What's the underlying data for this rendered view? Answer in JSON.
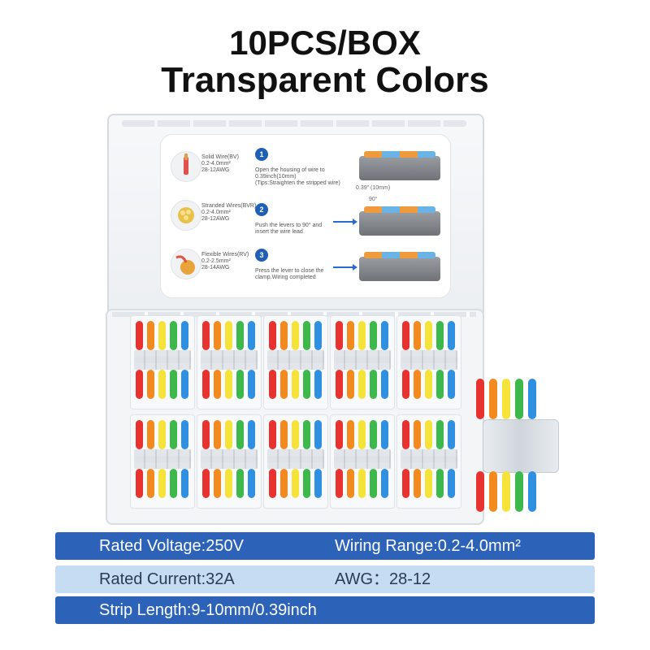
{
  "title": {
    "line1": "10PCS/BOX",
    "line2": "Transparent Colors"
  },
  "card": {
    "wires": [
      {
        "text": "Solid Wire(BV)\n0.2-4.0mm²\n28-12AWG",
        "icon": "solid-wire-icon"
      },
      {
        "text": "Stranded Wires(BVR)\n0.2-4.0mm²\n28-12AWG",
        "icon": "stranded-wire-icon"
      },
      {
        "text": "Flexible Wires(RV)\n0.2-2.5mm²\n28-14AWG",
        "icon": "flexible-wire-icon"
      }
    ],
    "steps": [
      {
        "num": "1",
        "text": "Open the housing of wire to 0.39inch(10mm)\n(Tips:Straighten the stripped wire)"
      },
      {
        "num": "2",
        "text": "Push the levers to 90° and\ninsert the wire lead"
      },
      {
        "num": "3",
        "text": "Press the lever to close the\nclamp.Wiring completed"
      }
    ],
    "measure_label": "0.39\" (10mm)",
    "angle_label": "90°"
  },
  "colors": {
    "red": "#e8322f",
    "orange": "#f38a1f",
    "yellow": "#f5e33a",
    "green": "#3cb94a",
    "blue": "#2f8fe0",
    "spec_dark": "#2c63b8",
    "spec_light": "#c6dcf2"
  },
  "specs": [
    {
      "a": "Rated Voltage:250V",
      "b": "Wiring Range:0.2-4.0mm²",
      "style": "dark"
    },
    {
      "a": "Rated Current:32A",
      "b": "AWG：28-12",
      "style": "light"
    },
    {
      "a": "Strip Length:9-10mm/0.39inch",
      "b": "",
      "style": "dark"
    }
  ]
}
